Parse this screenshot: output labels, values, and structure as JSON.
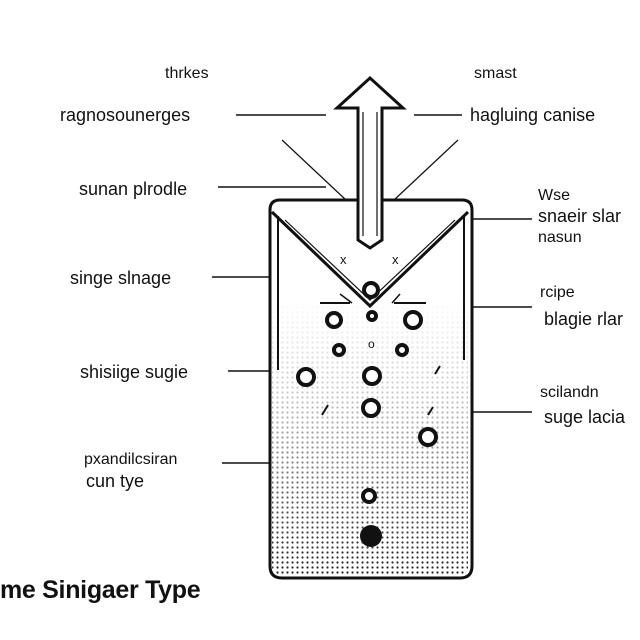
{
  "labels": {
    "top_left": "thrkes",
    "top_right": "smast",
    "left_1": "ragnosounerges",
    "left_2": "sunan plrodle",
    "left_3": "singe slnage",
    "left_4": "shisiige sugie",
    "left_5_line1": "pxandilcsiran",
    "left_5_line2": "cun tye",
    "right_1": "hagluing canise",
    "right_2_line1": "Wse",
    "right_2_line2": "snaeir slar",
    "right_2_line3": "nasun",
    "right_3_line1": "rcipe",
    "right_3_line2": "blagie rlar",
    "right_4_line1": "scilandn",
    "right_4_line2": "suge lacia",
    "marker_1": "x",
    "marker_2": "x",
    "marker_3": "o"
  },
  "title": "me Sinigaer Type",
  "colors": {
    "ink": "#111111",
    "background": "#ffffff"
  }
}
